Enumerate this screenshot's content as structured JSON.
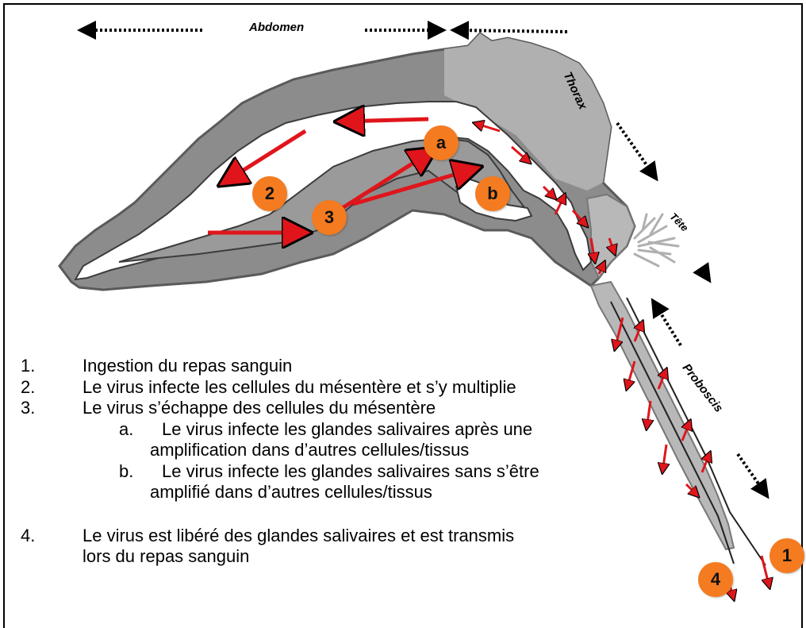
{
  "labels": {
    "abdomen": "Abdomen",
    "thorax": "Thorax",
    "tete": "Tête",
    "proboscis": "Proboscis"
  },
  "markers": {
    "m1": "1",
    "m2": "2",
    "m3": "3",
    "m4": "4",
    "ma": "a",
    "mb": "b"
  },
  "legend": {
    "i1": {
      "num": "1.",
      "text": "Ingestion du repas sanguin"
    },
    "i2": {
      "num": "2.",
      "text": "Le virus infecte les cellules du mésentère et s’y multiplie"
    },
    "i3": {
      "num": "3.",
      "text": "Le virus s’échappe des cellules du mésentère"
    },
    "ia": {
      "num": "a.",
      "line1": "Le virus infecte les glandes salivaires après une",
      "line2": "amplification dans d’autres cellules/tissus"
    },
    "ib": {
      "num": "b.",
      "line1": "Le virus infecte les glandes salivaires sans s’être",
      "line2": "amplifié dans d’autres cellules/tissus"
    },
    "i4": {
      "num": "4.",
      "line1": "Le virus est libéré des glandes salivaires et est transmis",
      "line2": "lors du repas sanguin"
    }
  },
  "colors": {
    "marker": "#f47b20",
    "arrow": "#e0151b",
    "body_dark": "#8c8c8c",
    "body_light": "#b5b5b5"
  }
}
